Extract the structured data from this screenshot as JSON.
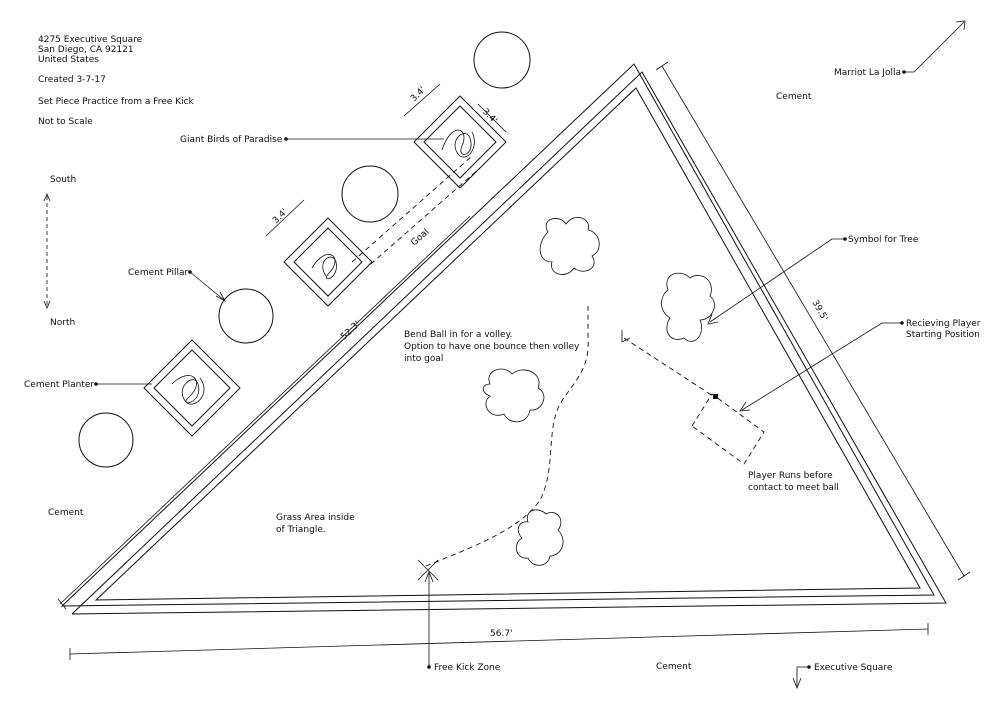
{
  "header": {
    "address_line1": "4275 Executive Square",
    "address_line2": "San Diego, CA 92121",
    "address_line3": "United States",
    "created": "Created 3-7-17",
    "title": "Set Piece Practice from a Free Kick",
    "scale_note": "Not to Scale"
  },
  "compass": {
    "south": "South",
    "north": "North"
  },
  "callouts": {
    "giant_birds": "Giant Birds of Paradise",
    "cement_pillar": "Cement Pillar",
    "cement_planter": "Cement Planter",
    "marriot": "Marriot La Jolla",
    "symbol_tree": "Symbol for Tree",
    "receiving_line1": "Recieving Player",
    "receiving_line2": "Starting Position",
    "free_kick_zone": "Free Kick Zone",
    "executive_square": "Executive Square"
  },
  "areas": {
    "cement_top": "Cement",
    "cement_left": "Cement",
    "cement_bottom": "Cement",
    "grass_line1": "Grass Area inside",
    "grass_line2": "of Triangle.",
    "goal": "Goal"
  },
  "notes": {
    "bend_line1": "Bend Ball in for a volley.",
    "bend_line2": "Option to have one bounce then volley",
    "bend_line3": "into goal",
    "runs_line1": "Player Runs before",
    "runs_line2": "contact to meet ball"
  },
  "dimensions": {
    "diagonal": "52.3'",
    "right": "39.5'",
    "bottom": "56.7'",
    "planter_upper": "3.4'",
    "planter_upper_b": "3.4'",
    "planter_mid": "3.4'"
  }
}
